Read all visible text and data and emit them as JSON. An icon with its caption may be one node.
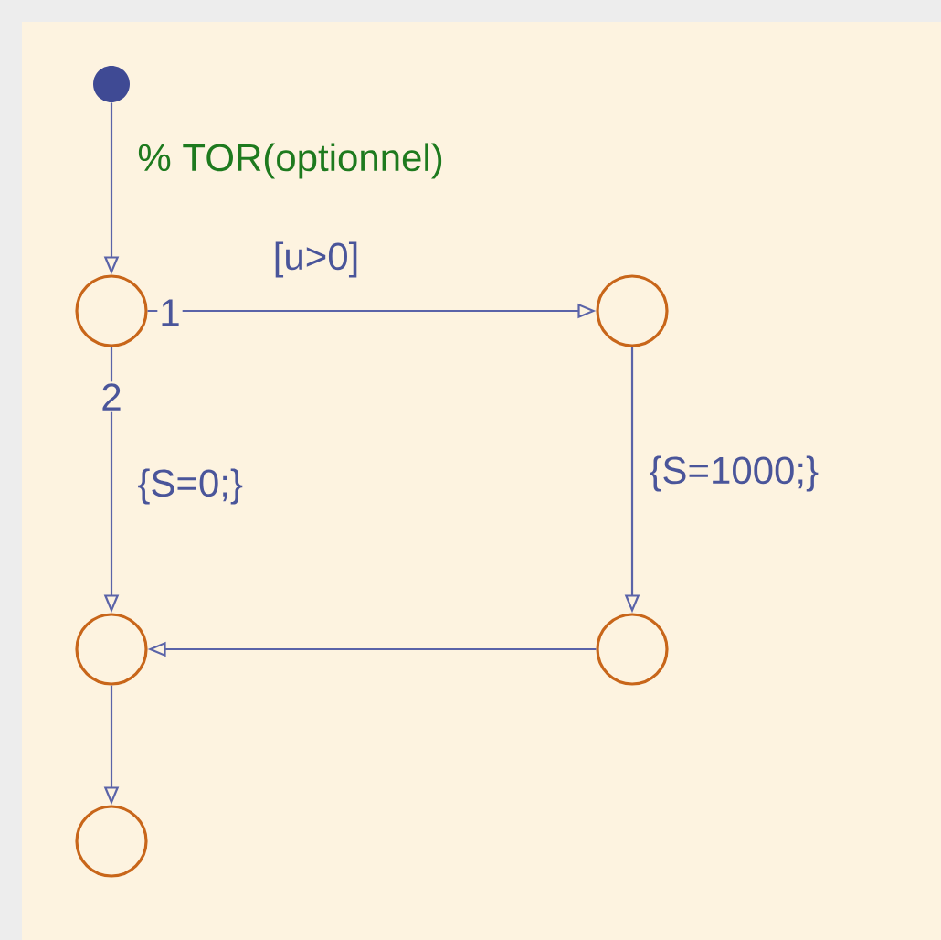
{
  "diagram": {
    "nodes": [
      {
        "text": [],
        "shape": "circle"
      },
      {
        "text": [],
        "shape": "circle"
      },
      {
        "text": [],
        "shape": "circle"
      },
      {
        "text": [],
        "shape": "circle"
      },
      {
        "text": [],
        "shape": "circle"
      },
      {
        "text": [],
        "shape": "circle"
      }
    ],
    "edges": [
      {
        "from": 0,
        "to": 1,
        "arrow": "to",
        "label": "% TOR(optionnel)"
      },
      {
        "from": 1,
        "to": 2,
        "arrow": "to",
        "label": "[u>0]"
      },
      {
        "from": 1,
        "to": 3,
        "arrow": "to",
        "label": "{S=0;}"
      },
      {
        "from": 2,
        "to": 4,
        "arrow": "to",
        "label": "{S=1000;}"
      },
      {
        "from": 4,
        "to": 3,
        "arrow": "to"
      },
      {
        "from": 3,
        "to": 5,
        "arrow": "to"
      }
    ],
    "labels": [
      "1",
      "2"
    ]
  }
}
